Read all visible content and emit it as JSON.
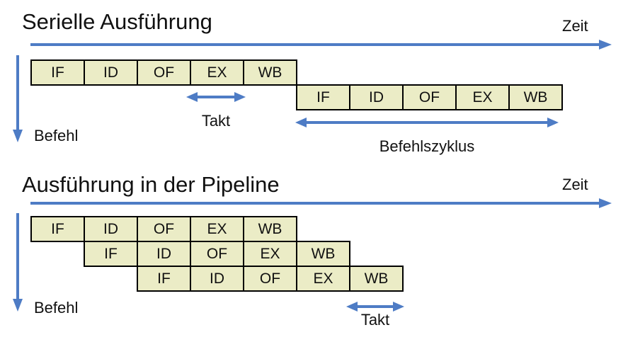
{
  "palette": {
    "background": "#ffffff",
    "box_fill": "#ebecc6",
    "box_border": "#000000",
    "arrow_blue": "#4e7cc5",
    "text": "#111111"
  },
  "stages": [
    "IF",
    "ID",
    "OF",
    "EX",
    "WB"
  ],
  "serial": {
    "title": "Serielle Ausführung",
    "time_label": "Zeit",
    "instruction_label": "Befehl",
    "clock_label": "Takt",
    "cycle_label": "Befehlszyklus"
  },
  "pipeline": {
    "title": "Ausführung in der Pipeline",
    "time_label": "Zeit",
    "instruction_label": "Befehl",
    "clock_label": "Takt"
  }
}
